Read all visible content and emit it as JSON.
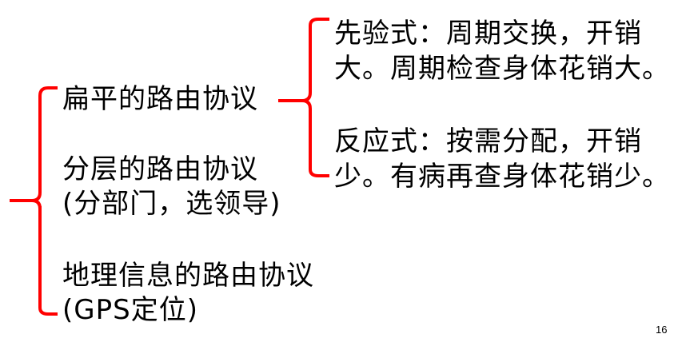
{
  "slide": {
    "page_number": "16",
    "bracket_color": "#ff0000",
    "level1": [
      {
        "lines": [
          "扁平的路由协议"
        ]
      },
      {
        "lines": [
          "分层的路由协议",
          "(分部门，选领导)"
        ]
      },
      {
        "lines": [
          "地理信息的路由协议",
          "(GPS定位)"
        ]
      }
    ],
    "level2": [
      {
        "lines": [
          "先验式：周期交换，开销",
          "大。周期检查身体花销大。"
        ]
      },
      {
        "lines": [
          "反应式：按需分配，开销",
          "少。有病再查身体花销少。"
        ]
      }
    ]
  }
}
